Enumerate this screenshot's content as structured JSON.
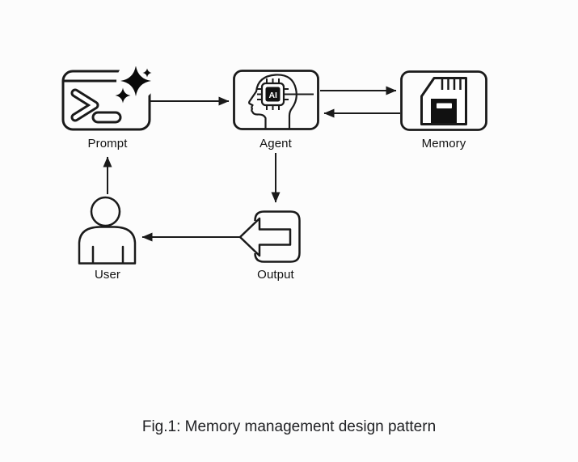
{
  "figure": {
    "caption": "Fig.1: Memory management design pattern",
    "number": "Fig.1"
  },
  "colors": {
    "background": "#fcfcfc",
    "line": "#1a1a1a",
    "chip_fill": "#111111",
    "text": "#202124"
  },
  "nodes": {
    "prompt": {
      "label": "Prompt",
      "icon": "terminal-sparkle-icon"
    },
    "agent": {
      "label": "Agent",
      "icon": "head-ai-chip-icon",
      "chip_text": "AI"
    },
    "memory": {
      "label": "Memory",
      "icon": "sd-card-icon"
    },
    "user": {
      "label": "User",
      "icon": "person-icon"
    },
    "output": {
      "label": "Output",
      "icon": "export-arrow-icon"
    }
  },
  "edges": [
    {
      "from": "Prompt",
      "to": "Agent"
    },
    {
      "from": "Agent",
      "to": "Memory"
    },
    {
      "from": "Memory",
      "to": "Agent"
    },
    {
      "from": "Agent",
      "to": "Output"
    },
    {
      "from": "Output",
      "to": "User"
    },
    {
      "from": "User",
      "to": "Prompt"
    }
  ]
}
